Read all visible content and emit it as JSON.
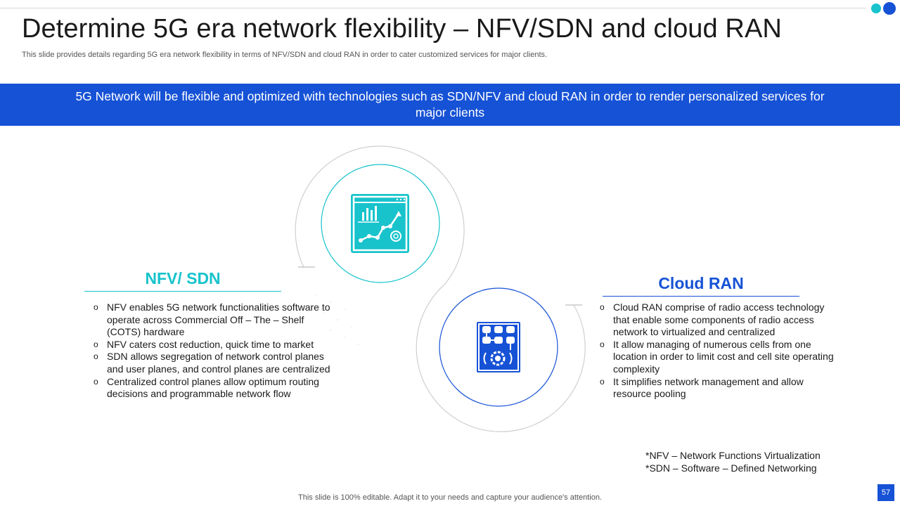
{
  "header": {
    "title": "Determine 5G era network flexibility – NFV/SDN and cloud RAN",
    "subtitle": "This slide provides details regarding 5G era network flexibility in terms of NFV/SDN and cloud RAN in order to cater customized services for major clients."
  },
  "banner": {
    "text": "5G Network will be flexible and optimized with technologies such as SDN/NFV and cloud RAN in order to render personalized services for major clients"
  },
  "nfv": {
    "heading": "NFV/ SDN",
    "icon": "analytics-chart-icon",
    "items": [
      "NFV enables 5G network functionalities software to operate across Commercial Off – The – Shelf (COTS) hardware",
      "NFV caters cost reduction, quick time to market",
      "SDN allows segregation of network control planes and user planes, and control planes are centralized",
      "Centralized control planes allow optimum routing decisions and programmable network flow"
    ]
  },
  "ran": {
    "heading": "Cloud RAN",
    "icon": "network-gear-icon",
    "items": [
      "Cloud RAN comprise of radio access technology that enable some components of radio access network to virtualized and centralized",
      "It allow managing of numerous cells from one location in order to limit cost and cell site operating complexity",
      "It simplifies network management and allow resource pooling"
    ]
  },
  "footnotes": {
    "nfv": "*NFV – Network Functions Virtualization",
    "sdn": "*SDN – Software – Defined Networking"
  },
  "footer": {
    "text": "This slide is 100% editable. Adapt it to your needs and capture your audience's attention.",
    "page_number": "57"
  },
  "colors": {
    "teal": "#18c3cc",
    "blue": "#1652d6"
  }
}
